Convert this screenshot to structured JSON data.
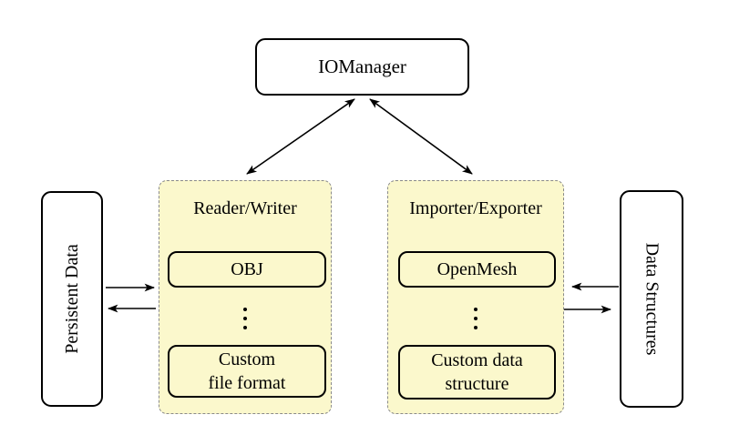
{
  "diagram": {
    "root": {
      "label": "IOManager"
    },
    "persistent_data": {
      "label": "Persistent Data"
    },
    "data_structures": {
      "label": "Data Structures"
    },
    "reader_writer": {
      "title": "Reader/Writer",
      "items": [
        "OBJ",
        "Custom\nfile format"
      ],
      "ellipsis": "⋮"
    },
    "importer_exporter": {
      "title": "Importer/Exporter",
      "items": [
        "OpenMesh",
        "Custom data\nstructure"
      ],
      "ellipsis": "⋮"
    },
    "colors": {
      "container_fill": "#FBF8CC",
      "container_border": "#8A8A8A",
      "node_fill": "#FFFFFF",
      "stroke": "#000000"
    }
  }
}
